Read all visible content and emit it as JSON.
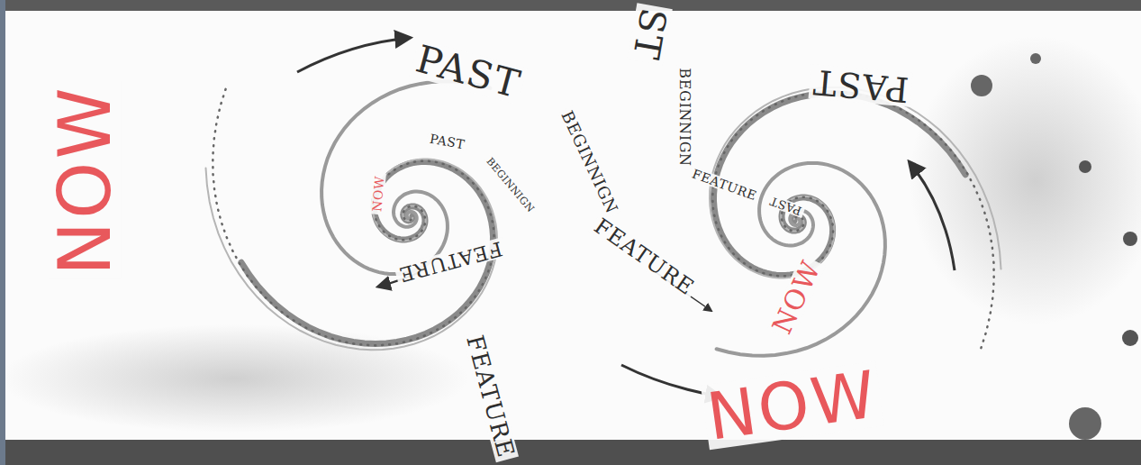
{
  "diagram": {
    "labels": [
      "NOW",
      "PAST",
      "ST",
      "PAST",
      "BEGINNIGN",
      "BEGINNIGN",
      "FEATURE",
      "FEATURE",
      "FEATURE",
      "FEATURE",
      "NOW",
      "NOW",
      "PAST",
      "BEGINNIGN",
      "NOW",
      "PAST"
    ]
  }
}
